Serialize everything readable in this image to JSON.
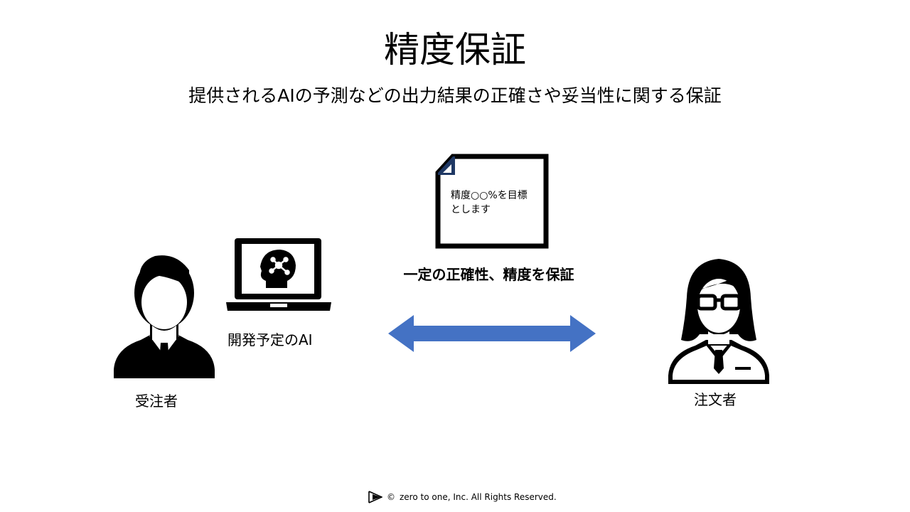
{
  "slide": {
    "title": "精度保証",
    "subtitle": "提供されるAIの予測などの出力結果の正確さや妥当性に関する保証"
  },
  "document": {
    "line1": "精度○○%を目標",
    "line2": "とします"
  },
  "claim": "一定の正確性、精度を保証",
  "labels": {
    "ai": "開発予定のAI",
    "contractor": "受注者",
    "client": "注文者"
  },
  "colors": {
    "arrow": "#4472C4",
    "doc_corner": "#1F3864"
  },
  "footer": {
    "copyright_symbol": "©",
    "text": "zero to one, Inc. All Rights Reserved."
  }
}
